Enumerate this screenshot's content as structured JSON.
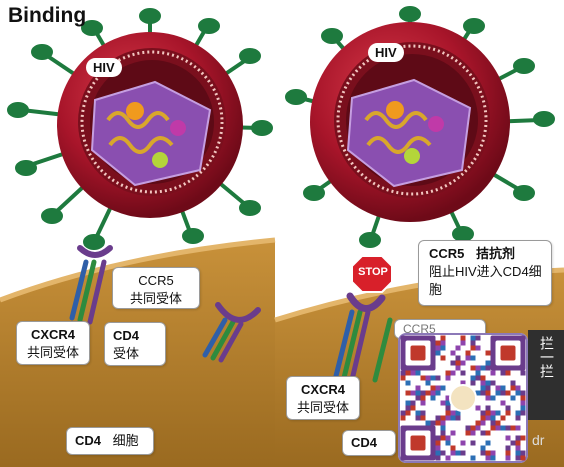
{
  "title": "Binding",
  "left_panel": {
    "virus_label": "HIV",
    "ccr5_label": "CCR5",
    "ccr5_sub": "共同受体",
    "cxcr4_label": "CXCR4",
    "cxcr4_sub": "共同受体",
    "cd4_label": "CD4",
    "cd4_sub": "受体",
    "cell_label": "CD4",
    "cell_sub": "细胞"
  },
  "right_panel": {
    "virus_label": "HIV",
    "stop_label": "STOP",
    "antagonist_title": "CCR5",
    "antagonist_title_cn": "拮抗剂",
    "antagonist_desc": "阻止HIV进入CD4细胞",
    "ccr5_partial": "CCR5",
    "cxcr4_label": "CXCR4",
    "cxcr4_sub": "共同受体",
    "cell_label": "CD4"
  },
  "side_tab": {
    "text": "拦一拦"
  },
  "corner_text": "dr",
  "colors": {
    "virus_outer": "#a8152a",
    "virus_inner": "#7a0f1d",
    "capsid": "#8a4fb0",
    "spike": "#1e7a3e",
    "cell": "#b8862f",
    "membrane": "#e3b56a",
    "receptor_purple": "#6a3c8c",
    "receptor_blue": "#2f5fa8",
    "receptor_green": "#2e8b3e",
    "stop": "#d8202a"
  }
}
